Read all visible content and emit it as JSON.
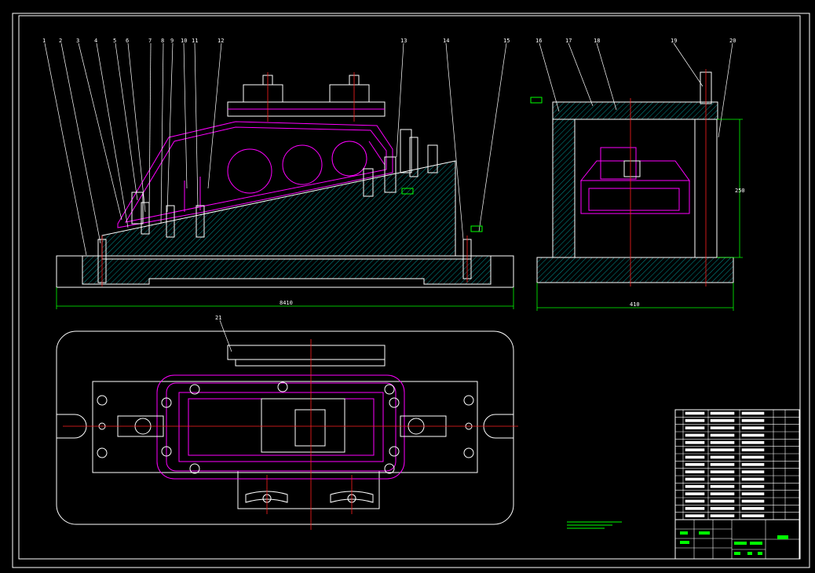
{
  "title": "",
  "colors": {
    "background": "#000000",
    "outline": "#ffffff",
    "hatch": "#00cccc",
    "part": "#ff00ff",
    "centerline": "#ff2020",
    "dimension": "#00ff00"
  },
  "front_view": {
    "balloons": [
      "1",
      "2",
      "3",
      "4",
      "5",
      "6",
      "7",
      "8",
      "9",
      "10",
      "11",
      "12",
      "13",
      "14",
      "15"
    ],
    "width_dim": "8410"
  },
  "side_view": {
    "balloons": [
      "16",
      "17",
      "18",
      "19",
      "20"
    ],
    "width_dim": "410",
    "height_dim": "250"
  },
  "top_view": {
    "balloons": [
      "21"
    ]
  },
  "title_block": {
    "rows": 15,
    "scale_label": "",
    "drawing_name": ""
  }
}
